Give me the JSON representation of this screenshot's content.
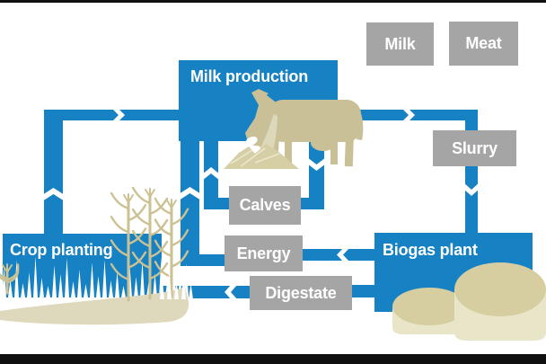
{
  "process_boxes": {
    "milk_production": {
      "label": "Milk production"
    },
    "crop_planting": {
      "label": "Crop planting"
    },
    "biogas_plant": {
      "label": "Biogas plant"
    }
  },
  "product_labels": {
    "milk": {
      "label": "Milk"
    },
    "meat": {
      "label": "Meat"
    },
    "slurry": {
      "label": "Slurry"
    },
    "calves": {
      "label": "Calves"
    },
    "energy": {
      "label": "Energy"
    },
    "digestate": {
      "label": "Digestate"
    }
  },
  "flows": [
    {
      "from": "crop_planting",
      "to": "milk_production"
    },
    {
      "from": "milk_production",
      "to": "calves"
    },
    {
      "from": "calves",
      "to": "milk_production"
    },
    {
      "from": "milk_production",
      "to": "slurry"
    },
    {
      "from": "slurry",
      "to": "biogas_plant"
    },
    {
      "from": "biogas_plant",
      "to": "energy"
    },
    {
      "from": "energy",
      "to": "milk_production"
    },
    {
      "from": "biogas_plant",
      "to": "digestate"
    },
    {
      "from": "digestate",
      "to": "crop_planting"
    }
  ],
  "colors": {
    "pipe_blue": "#1681c3",
    "label_gray": "#a5a5a5",
    "label_text": "#ffffff",
    "straw": "#ccc193",
    "cow_tan": "#c9c098",
    "tank_body": "#e9e5c9",
    "tank_dome": "#d6cda1",
    "mound": "#ded9bd",
    "frame_black": "#101010"
  },
  "illustrations": [
    "cow-icon",
    "feed-pile-icon",
    "corn-plants-icon",
    "grass-icon",
    "soil-mound-icon",
    "biogas-tanks-icon"
  ]
}
